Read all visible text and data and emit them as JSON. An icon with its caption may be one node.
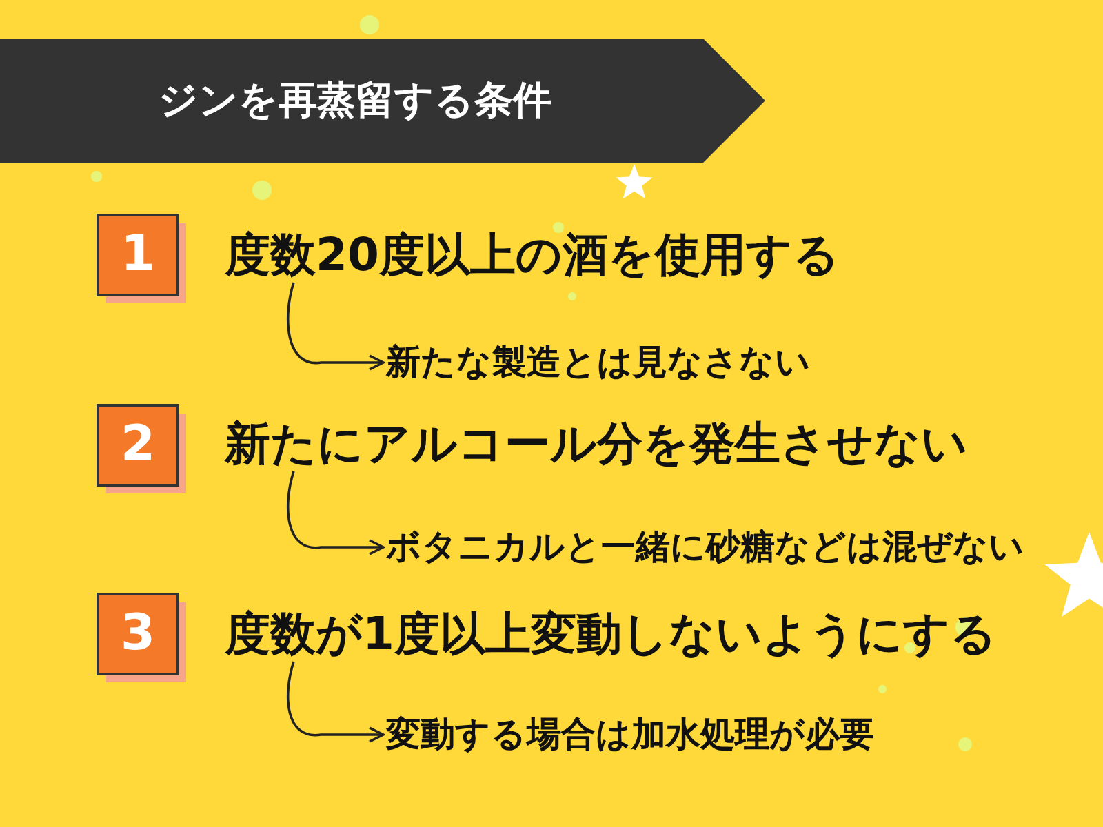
{
  "diagram": {
    "title": "ジンを再蒸留する条件",
    "nodes": [
      {
        "text": [
          "1"
        ]
      },
      {
        "text": [
          "度数20度以上の酒を使用する"
        ]
      },
      {
        "text": [
          "新たな製造とは見なさない"
        ]
      },
      {
        "text": [
          "2"
        ]
      },
      {
        "text": [
          "新たにアルコール分を発生させない"
        ]
      },
      {
        "text": [
          "ボタニカルと一緒に砂糖などは混ぜない"
        ]
      },
      {
        "text": [
          "3"
        ]
      },
      {
        "text": [
          "度数が1度以上変動しないようにする"
        ]
      },
      {
        "text": [
          "変動する場合は加水処理が必要"
        ]
      }
    ],
    "edges": [
      {
        "from": 1,
        "to": 2,
        "arrow": "to"
      },
      {
        "from": 4,
        "to": 5,
        "arrow": "to"
      },
      {
        "from": 7,
        "to": 8,
        "arrow": "to"
      }
    ]
  }
}
